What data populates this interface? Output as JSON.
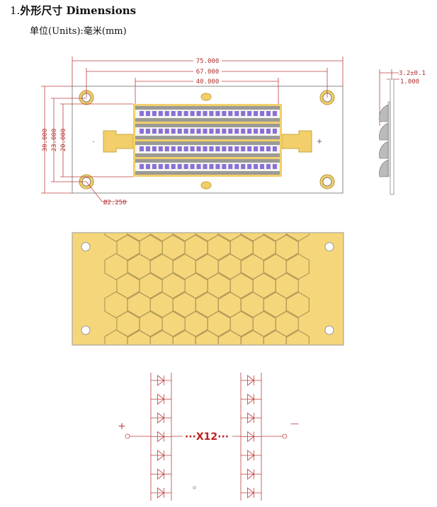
{
  "heading": {
    "number": "1.",
    "title": "外形尺寸 Dimensions"
  },
  "units_label": "单位(Units):毫米(mm)",
  "front_view": {
    "dimensions": {
      "overall_length": "75.000",
      "hole_spacing_x": "67.000",
      "emitter_length": "40.000",
      "overall_width": "30.000",
      "hole_spacing_y": "23.000",
      "emitter_width": "20.000",
      "hole_diameter": "Ø2.250"
    },
    "led_rows": 4,
    "leds_per_row": 22,
    "polarity": {
      "positive": "+",
      "negative": "-"
    }
  },
  "side_view": {
    "thickness_total": "3.2±0.1",
    "board_thickness": "1.000"
  },
  "back_view": {
    "pattern": "honeycomb"
  },
  "schematic": {
    "multiplier_label": "···X12···",
    "positive": "+",
    "negative": "—",
    "diodes_per_string": 7
  },
  "colors": {
    "dim_line": "#c04040",
    "copper": "#f2cf6a",
    "led": "#8a6fd6",
    "board_outline": "#888888"
  }
}
